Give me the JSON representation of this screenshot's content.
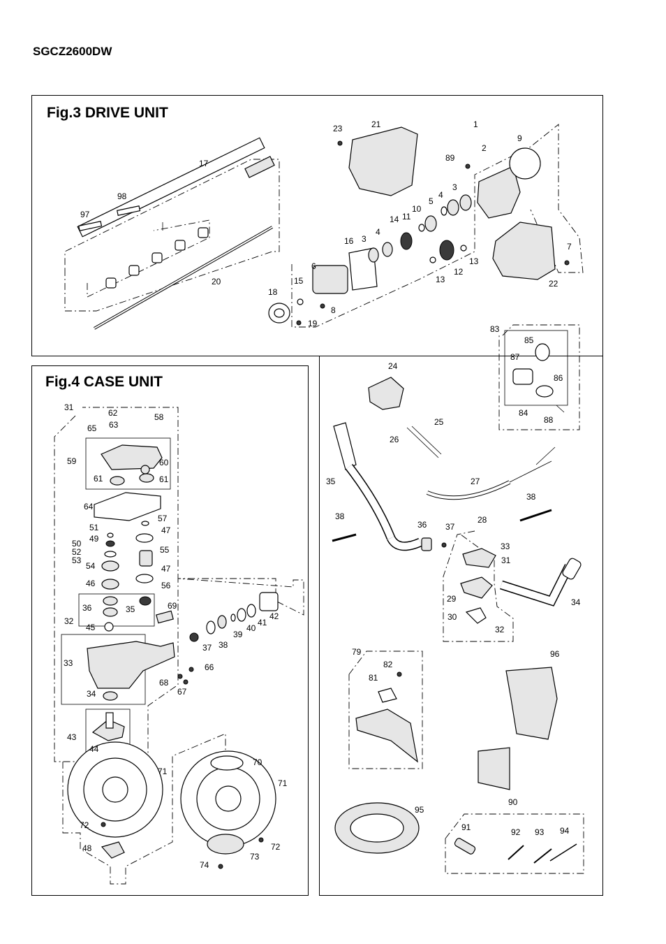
{
  "model": "SGCZ2600DW",
  "figures": [
    {
      "title": "Fig.3 DRIVE UNIT"
    },
    {
      "title": "Fig.4 CASE UNIT"
    }
  ],
  "part_labels": {
    "p1": "1",
    "p2": "2",
    "p3a": "3",
    "p3b": "3",
    "p4a": "4",
    "p4b": "4",
    "p5": "5",
    "p6": "6",
    "p7": "7",
    "p8": "8",
    "p9": "9",
    "p10": "10",
    "p11": "11",
    "p12": "12",
    "p13a": "13",
    "p13b": "13",
    "p14": "14",
    "p15": "15",
    "p16": "16",
    "p17": "17",
    "p18": "18",
    "p19": "19",
    "p20": "20",
    "p21": "21",
    "p22": "22",
    "p23": "23",
    "p89": "89",
    "p97": "97",
    "p98": "98",
    "c31": "31",
    "c62": "62",
    "c58": "58",
    "c65": "65",
    "c63": "63",
    "c59": "59",
    "c60": "60",
    "c61a": "61",
    "c61b": "61",
    "c64": "64",
    "c57": "57",
    "c51": "51",
    "c47a": "47",
    "c49": "49",
    "c50": "50",
    "c52": "52",
    "c53": "53",
    "c55": "55",
    "c54": "54",
    "c47b": "47",
    "c46": "46",
    "c56": "56",
    "c36": "36",
    "c35": "35",
    "c69": "69",
    "c45": "45",
    "c32": "32",
    "c33": "33",
    "c37": "37",
    "c38": "38",
    "c39": "39",
    "c40": "40",
    "c41": "41",
    "c42": "42",
    "c66": "66",
    "c68": "68",
    "c67": "67",
    "c34": "34",
    "c43": "43",
    "c44": "44",
    "c70": "70",
    "c71a": "71",
    "c71b": "71",
    "c72a": "72",
    "c72b": "72",
    "c73": "73",
    "c74": "74",
    "c48": "48",
    "r24": "24",
    "r25": "25",
    "r26": "26",
    "r35": "35",
    "r27": "27",
    "r38a": "38",
    "r38b": "38",
    "r36": "36",
    "r37": "37",
    "r28": "28",
    "r33": "33",
    "r31": "31",
    "r29": "29",
    "r30": "30",
    "r32": "32",
    "r34": "34",
    "r83": "83",
    "r85": "85",
    "r87": "87",
    "r86": "86",
    "r84": "84",
    "r88": "88",
    "r79": "79",
    "r82": "82",
    "r81": "81",
    "r96": "96",
    "r95": "95",
    "r90": "90",
    "r91": "91",
    "r92": "92",
    "r93": "93",
    "r94": "94"
  }
}
